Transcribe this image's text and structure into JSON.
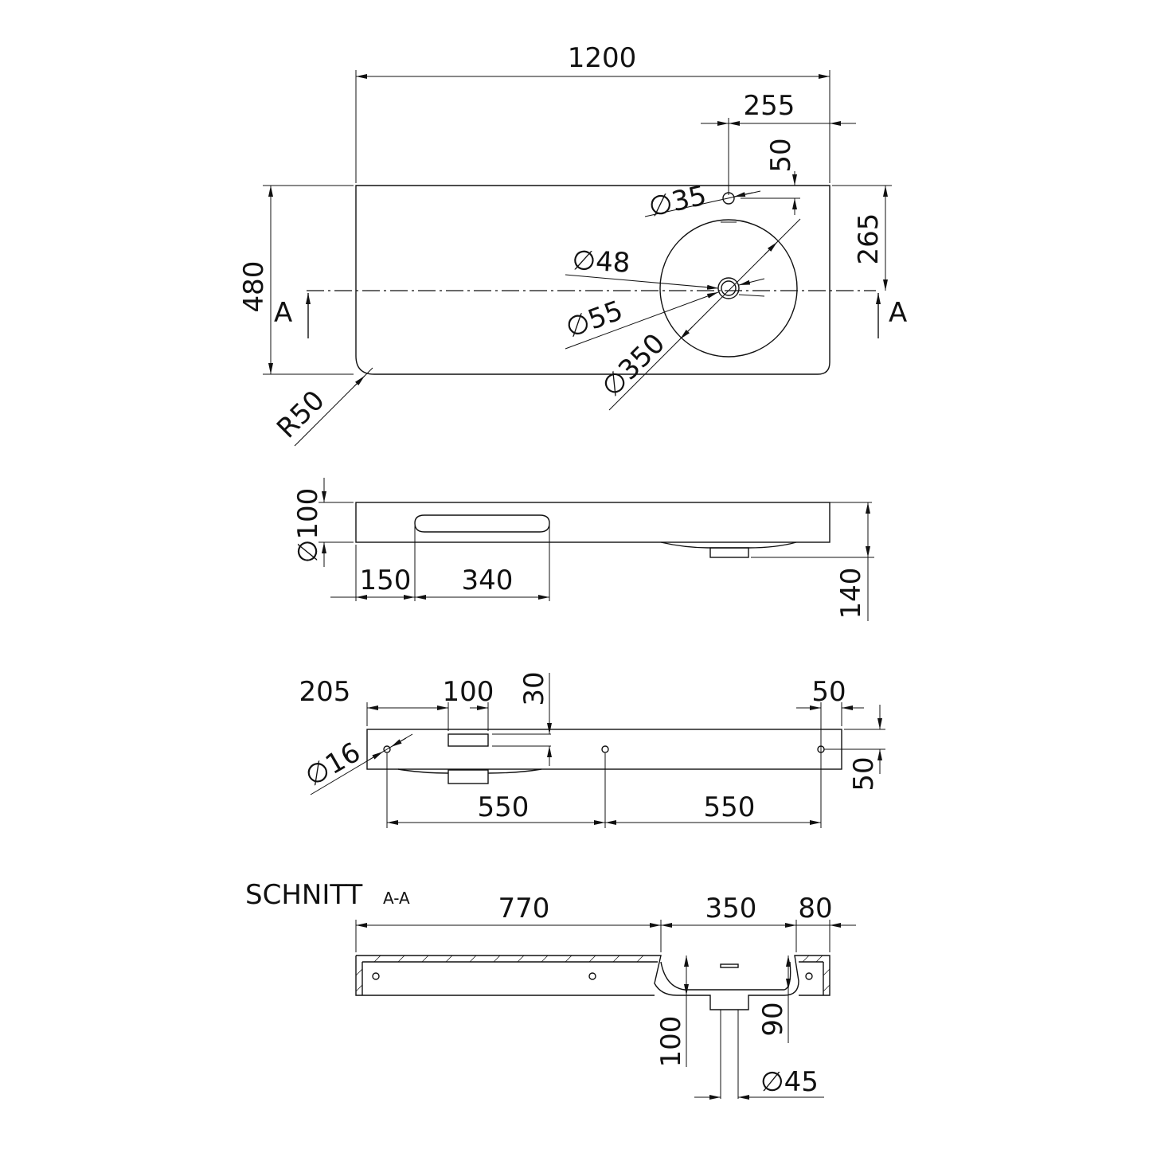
{
  "dims": {
    "width_total": "1200",
    "tap_offset": "255",
    "tap_from_back": "50",
    "tap_hole_dia": "∅35",
    "depth_total": "480",
    "basin_center": "265",
    "drain_48": "∅48",
    "drain_55": "∅55",
    "basin_dia": "∅350",
    "corner_radius": "R50",
    "section_mark_left": "A",
    "section_mark_right": "A",
    "overflow_dia": "∅100",
    "slot_offset": "150",
    "slot_length": "340",
    "height_140": "140",
    "rear_205": "205",
    "rear_100": "100",
    "rear_30": "30",
    "rear_50_top": "50",
    "rear_50_side": "50",
    "mount_dia": "∅16",
    "spacing_left": "550",
    "spacing_right": "550",
    "sec_770": "770",
    "sec_350": "350",
    "sec_80": "80",
    "sec_100": "100",
    "sec_90": "90",
    "sec_45": "∅45"
  },
  "section": {
    "title": "SCHNITT",
    "suffix": "A-A"
  }
}
